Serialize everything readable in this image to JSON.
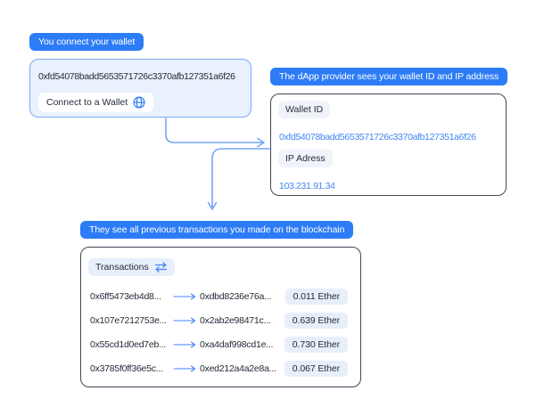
{
  "colors": {
    "accent": "#2d7cf7",
    "link": "#4285f4",
    "arrow": "#76a5f4",
    "panel_fill": "#e9f1fe",
    "panel_border": "#7fa9f2",
    "pill_bg": "#f0f4fa",
    "pill_bg_blue": "#e7effb",
    "box_border": "#3e4856",
    "text": "#242c39"
  },
  "step1": {
    "badge": "You connect your wallet",
    "wallet_address": "0xfd54078badd5653571726c3370afb127351a6f26",
    "connect_button": "Connect to a Wallet",
    "connect_icon": "globe-icon"
  },
  "step2": {
    "badge": "The dApp provider sees your wallet ID and IP address",
    "wallet_id_label": "Wallet ID",
    "wallet_id": "0xfd54078badd5653571726c3370afb127351a6f26",
    "ip_label": "IP Adress",
    "ip_value": "103.231.91.34"
  },
  "step3": {
    "badge": "They see all previous transactions you made on the blockchain",
    "transactions_label": "Transactions",
    "transactions_icon": "swap-icon",
    "rows": [
      {
        "from": "0x6ff5473eb4d8...",
        "to": "0xdbd8236e76a...",
        "amount": "0.011 Ether"
      },
      {
        "from": "0x107e7212753e...",
        "to": "0x2ab2e98471c...",
        "amount": "0.639 Ether"
      },
      {
        "from": "0x55cd1d0ed7eb...",
        "to": "0xa4daf998cd1e...",
        "amount": "0.730 Ether"
      },
      {
        "from": "0x3785f0ff36e5c...",
        "to": "0xed212a4a2e8a...",
        "amount": "0.067 Ether"
      }
    ]
  }
}
